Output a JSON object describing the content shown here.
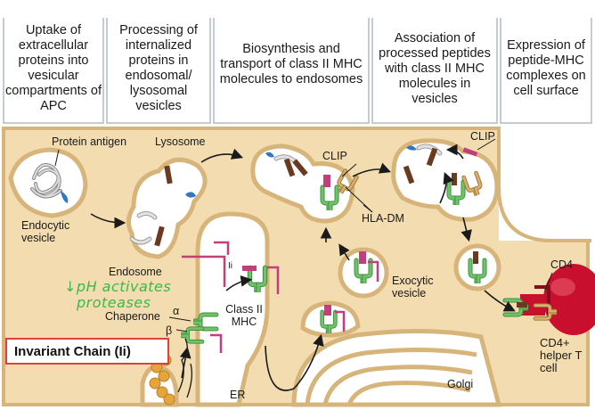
{
  "stages": [
    {
      "text": "Uptake of extracellular proteins into vesicular compartments of APC"
    },
    {
      "text": "Processing of internalized proteins in endosomal/ lysosomal vesicles"
    },
    {
      "text": "Biosynthesis and transport of class II MHC molecules to endosomes"
    },
    {
      "text": "Association of processed peptides with class II MHC molecules in vesicles"
    },
    {
      "text": "Expression of peptide-MHC complexes on cell surface"
    }
  ],
  "labels": {
    "protein_antigen": "Protein antigen",
    "lysosome": "Lysosome",
    "endocytic_vesicle": "Endocytic vesicle",
    "endosome": "Endosome",
    "clip_1": "CLIP",
    "clip_2": "CLIP",
    "hla_dm": "HLA-DM",
    "ii": "Ii",
    "class_ii_mhc": "Class II MHC",
    "exocytic_vesicle": "Exocytic vesicle",
    "chaperone": "Chaperone",
    "alpha": "α",
    "beta": "β",
    "er": "ER",
    "golgi": "Golgi",
    "cd4": "CD4",
    "cd4_helper": "CD4+ helper T cell"
  },
  "annotations": {
    "handwritten_1": "↓pH activates",
    "handwritten_2": "proteases",
    "highlight": "Invariant Chain (Ii)"
  },
  "colors": {
    "membrane": "#e8c88e",
    "cell_fill": "#f2dcb0",
    "vesicle_fill": "#ffffff",
    "mhc_green": "#5db55a",
    "ii_magenta": "#c2407a",
    "hla_dm_tan": "#c79a52",
    "peptide_brown": "#6a3a20",
    "tcell_red": "#c8102e",
    "ribosome_orange": "#e6a53b",
    "annotation_green": "#3db84a",
    "highlight_red": "#e0403a"
  }
}
